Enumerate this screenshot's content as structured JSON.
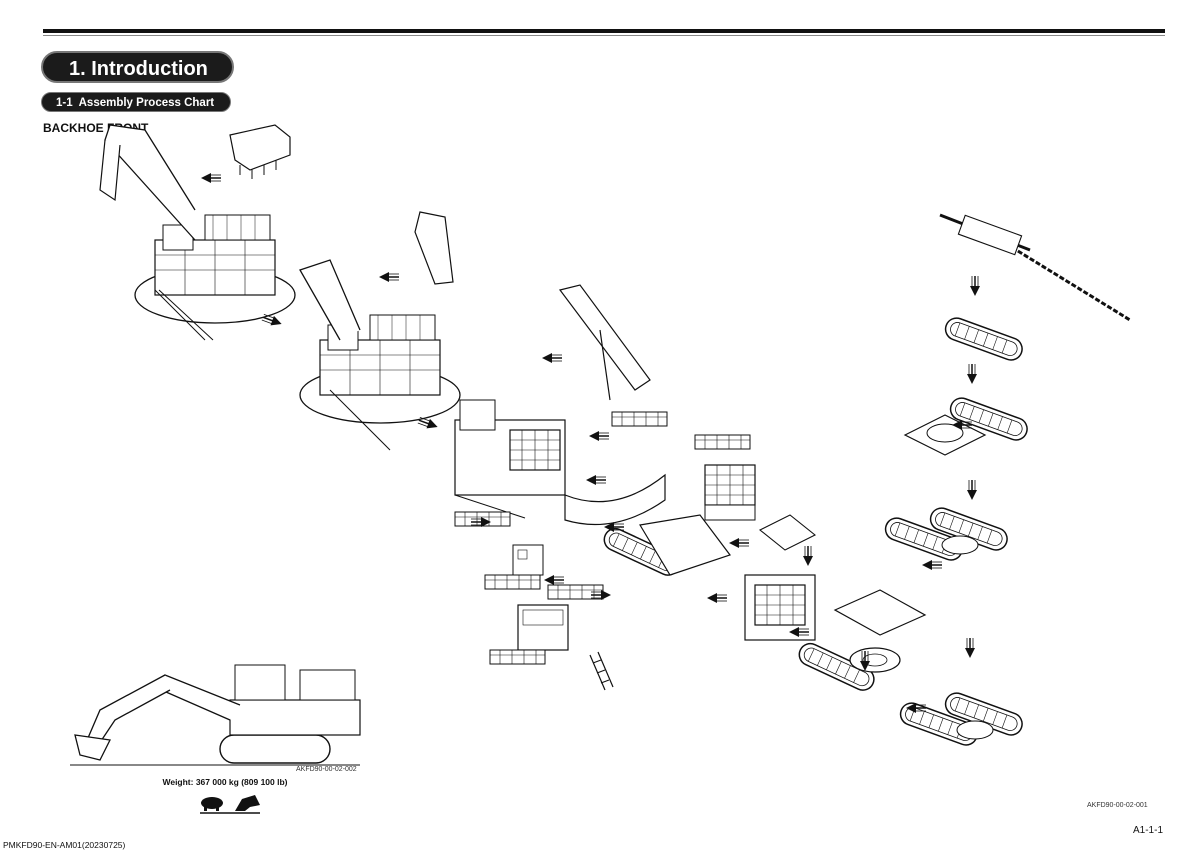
{
  "section": {
    "title": "1. Introduction"
  },
  "subsection": {
    "number": "1-1",
    "title": "Assembly Process Chart"
  },
  "front_label": "BACKHOE FRONT",
  "side_figure": {
    "code": "AKFD90-00-02-002",
    "weight": "Weight: 367 000 kg (809 100 lb)"
  },
  "main_figure": {
    "code": "AKFD90-00-02-001"
  },
  "footer": {
    "page": "A1-1-1",
    "doc_id": "PMKFD90-EN-AM01(20230725)"
  }
}
